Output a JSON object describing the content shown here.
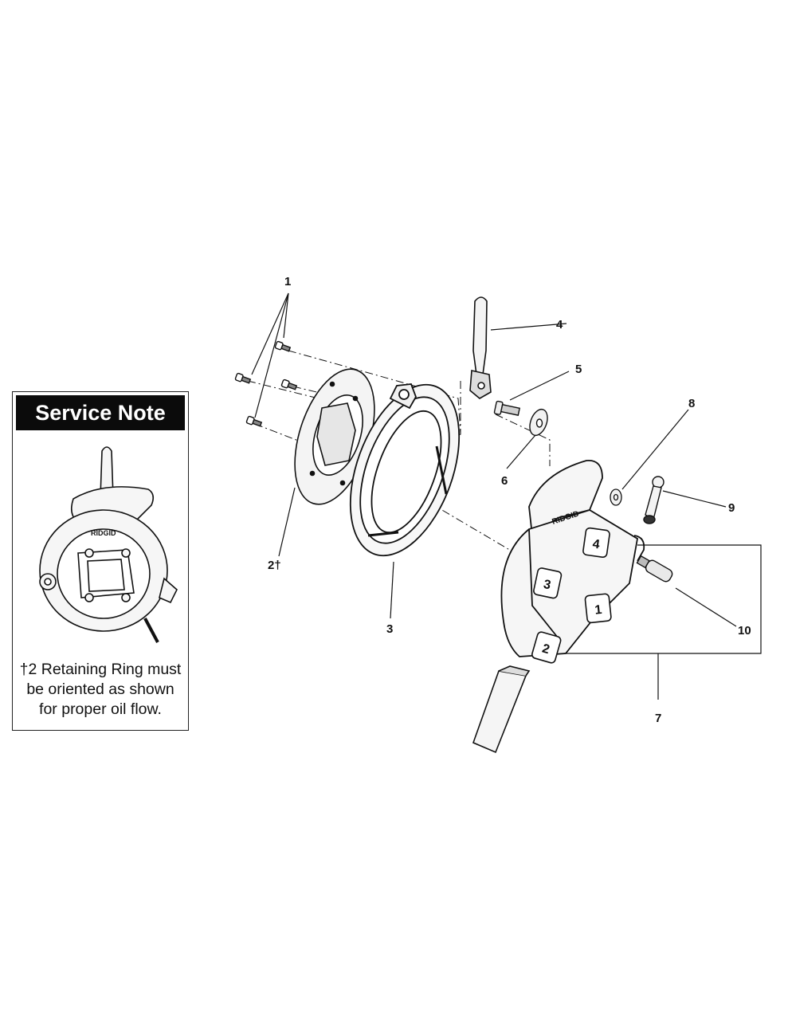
{
  "service_note": {
    "title": "Service Note",
    "lines": [
      "†2 Retaining Ring must",
      "be oriented as shown",
      "for proper oil flow."
    ]
  },
  "callouts": {
    "c1": "1",
    "c2": "2†",
    "c3": "3",
    "c4": "4",
    "c5": "5",
    "c6": "6",
    "c7": "7",
    "c8": "8",
    "c9": "9",
    "c10": "10"
  },
  "brand_marks": {
    "die_head_logo": "RIDGID",
    "note_logo": "RIDGID"
  },
  "die_numbers": [
    "1",
    "2",
    "3",
    "4"
  ],
  "colors": {
    "line": "#111111",
    "header_bg": "#0b0b0b",
    "header_text": "#ffffff"
  }
}
